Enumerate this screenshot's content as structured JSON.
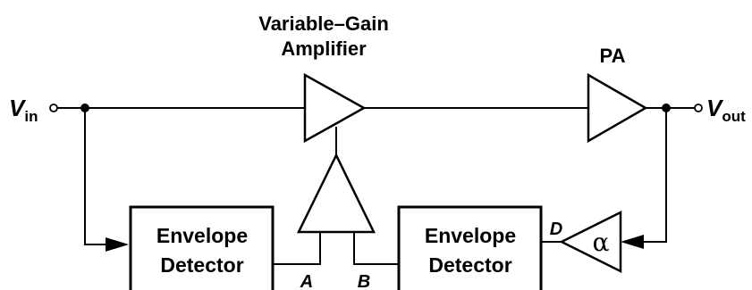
{
  "vga": {
    "title_line1": "Variable–Gain",
    "title_line2": "Amplifier"
  },
  "pa": {
    "label": "PA"
  },
  "input": {
    "symbol": "V",
    "subscript": "in"
  },
  "output": {
    "symbol": "V",
    "subscript": "out"
  },
  "detector_left": {
    "line1": "Envelope",
    "line2": "Detector"
  },
  "detector_right": {
    "line1": "Envelope",
    "line2": "Detector"
  },
  "attenuator": {
    "symbol": "α"
  },
  "nodes": {
    "a": "A",
    "b": "B",
    "d": "D"
  }
}
